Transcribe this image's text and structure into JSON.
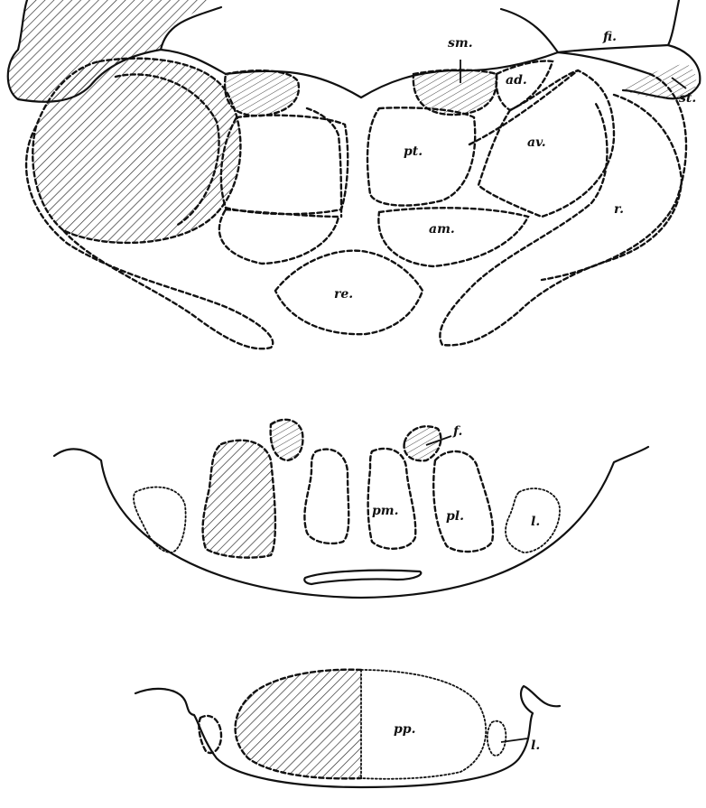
{
  "panels": {
    "top": {
      "labels": {
        "sm": "sm.",
        "fi": "fi.",
        "ad": "ad.",
        "st": "st.",
        "pt": "pt.",
        "av": "av.",
        "am": "am.",
        "r": "r.",
        "re": "re."
      }
    },
    "middle": {
      "labels": {
        "f": "f.",
        "pm": "pm.",
        "pl": "pl.",
        "l": "l."
      }
    },
    "bottom": {
      "labels": {
        "pp": "pp.",
        "l": "l."
      }
    }
  }
}
